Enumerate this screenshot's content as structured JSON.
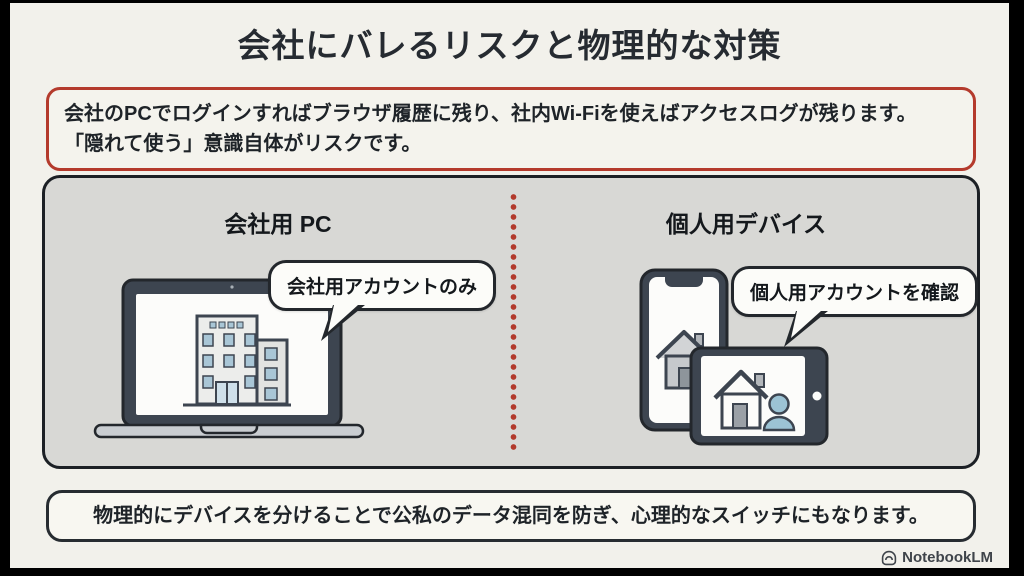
{
  "title": "会社にバレるリスクと物理的な対策",
  "warning_box": {
    "line1": "会社のPCでログインすればブラウザ履歴に残り、社内Wi-Fiを使えばアクセスログが残ります。",
    "line2": "「隠れて使う」意識自体がリスクです。"
  },
  "comparison_panel": {
    "left": {
      "header": "会社用 PC",
      "bubble_label": "会社用アカウントのみ",
      "illustration": "laptop-with-office-building"
    },
    "right": {
      "header": "個人用デバイス",
      "bubble_label": "個人用アカウントを確認",
      "illustration": "smartphone-and-tablet-with-home-screens"
    }
  },
  "bottom_note": "物理的にデバイスを分けることで公私のデータ混同を防ぎ、心理的なスイッチにもなります。",
  "branding": {
    "label": "NotebookLM"
  },
  "icons": {
    "divider": "red-dotted-vertical-line",
    "laptop": "laptop-icon",
    "building": "office-building-icon",
    "phone": "smartphone-icon",
    "tablet": "tablet-icon",
    "house": "home-icon",
    "person": "person-icon",
    "logo": "notebooklm-logo-icon"
  },
  "colors": {
    "page_bg": "#f2f1eb",
    "letterbox": "#000000",
    "text": "#24292e",
    "accent_red": "#b43a2c",
    "panel_bg": "#d8d8d5",
    "panel_border": "#1c2025",
    "device_dark": "#3d4550",
    "screen_white": "#fcfcfa",
    "window_blue": "#a9c6d6",
    "person_blue": "#9cc3d4"
  }
}
